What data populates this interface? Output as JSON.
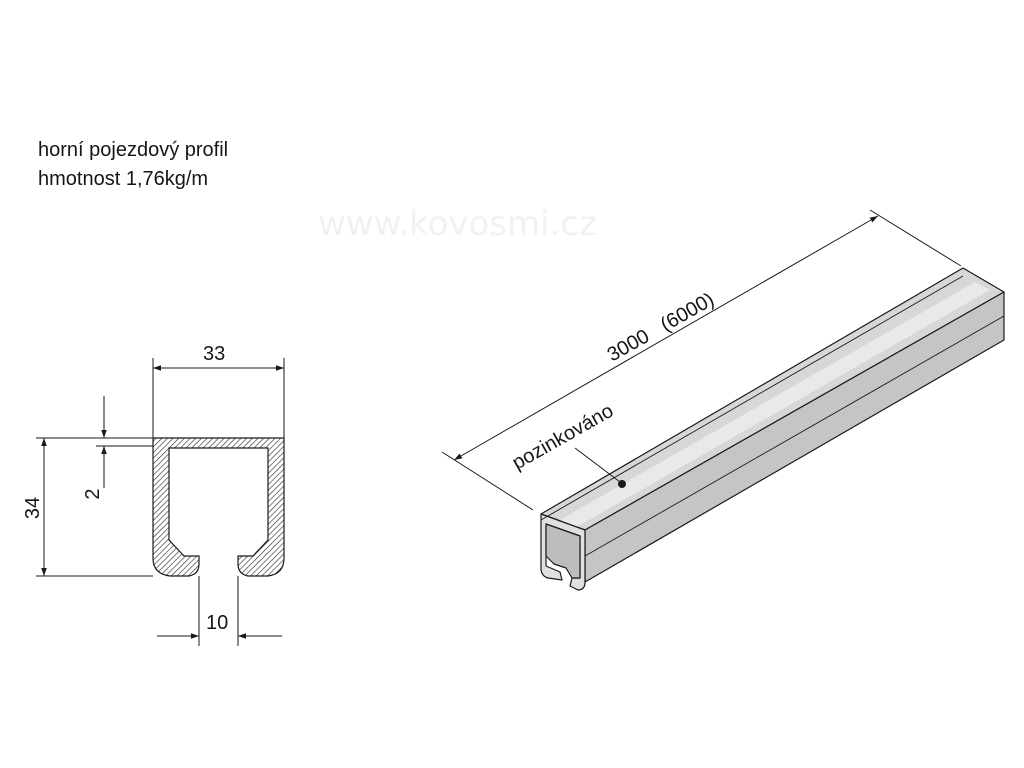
{
  "title": {
    "line1": "horní pojezdový profil",
    "line2": "hmotnost 1,76kg/m"
  },
  "watermark": "www.kovosmi.cz",
  "section": {
    "width_label": "33",
    "height_label": "34",
    "thickness_label": "2",
    "slot_label": "10"
  },
  "rail": {
    "length_label": "3000   (6000)",
    "finish_label": "pozinkováno"
  },
  "colors": {
    "line": "#1a1a1a",
    "rail_top": "#d7d7d7",
    "rail_side": "#c2c2c2",
    "rail_end": "#e4e4e4"
  }
}
